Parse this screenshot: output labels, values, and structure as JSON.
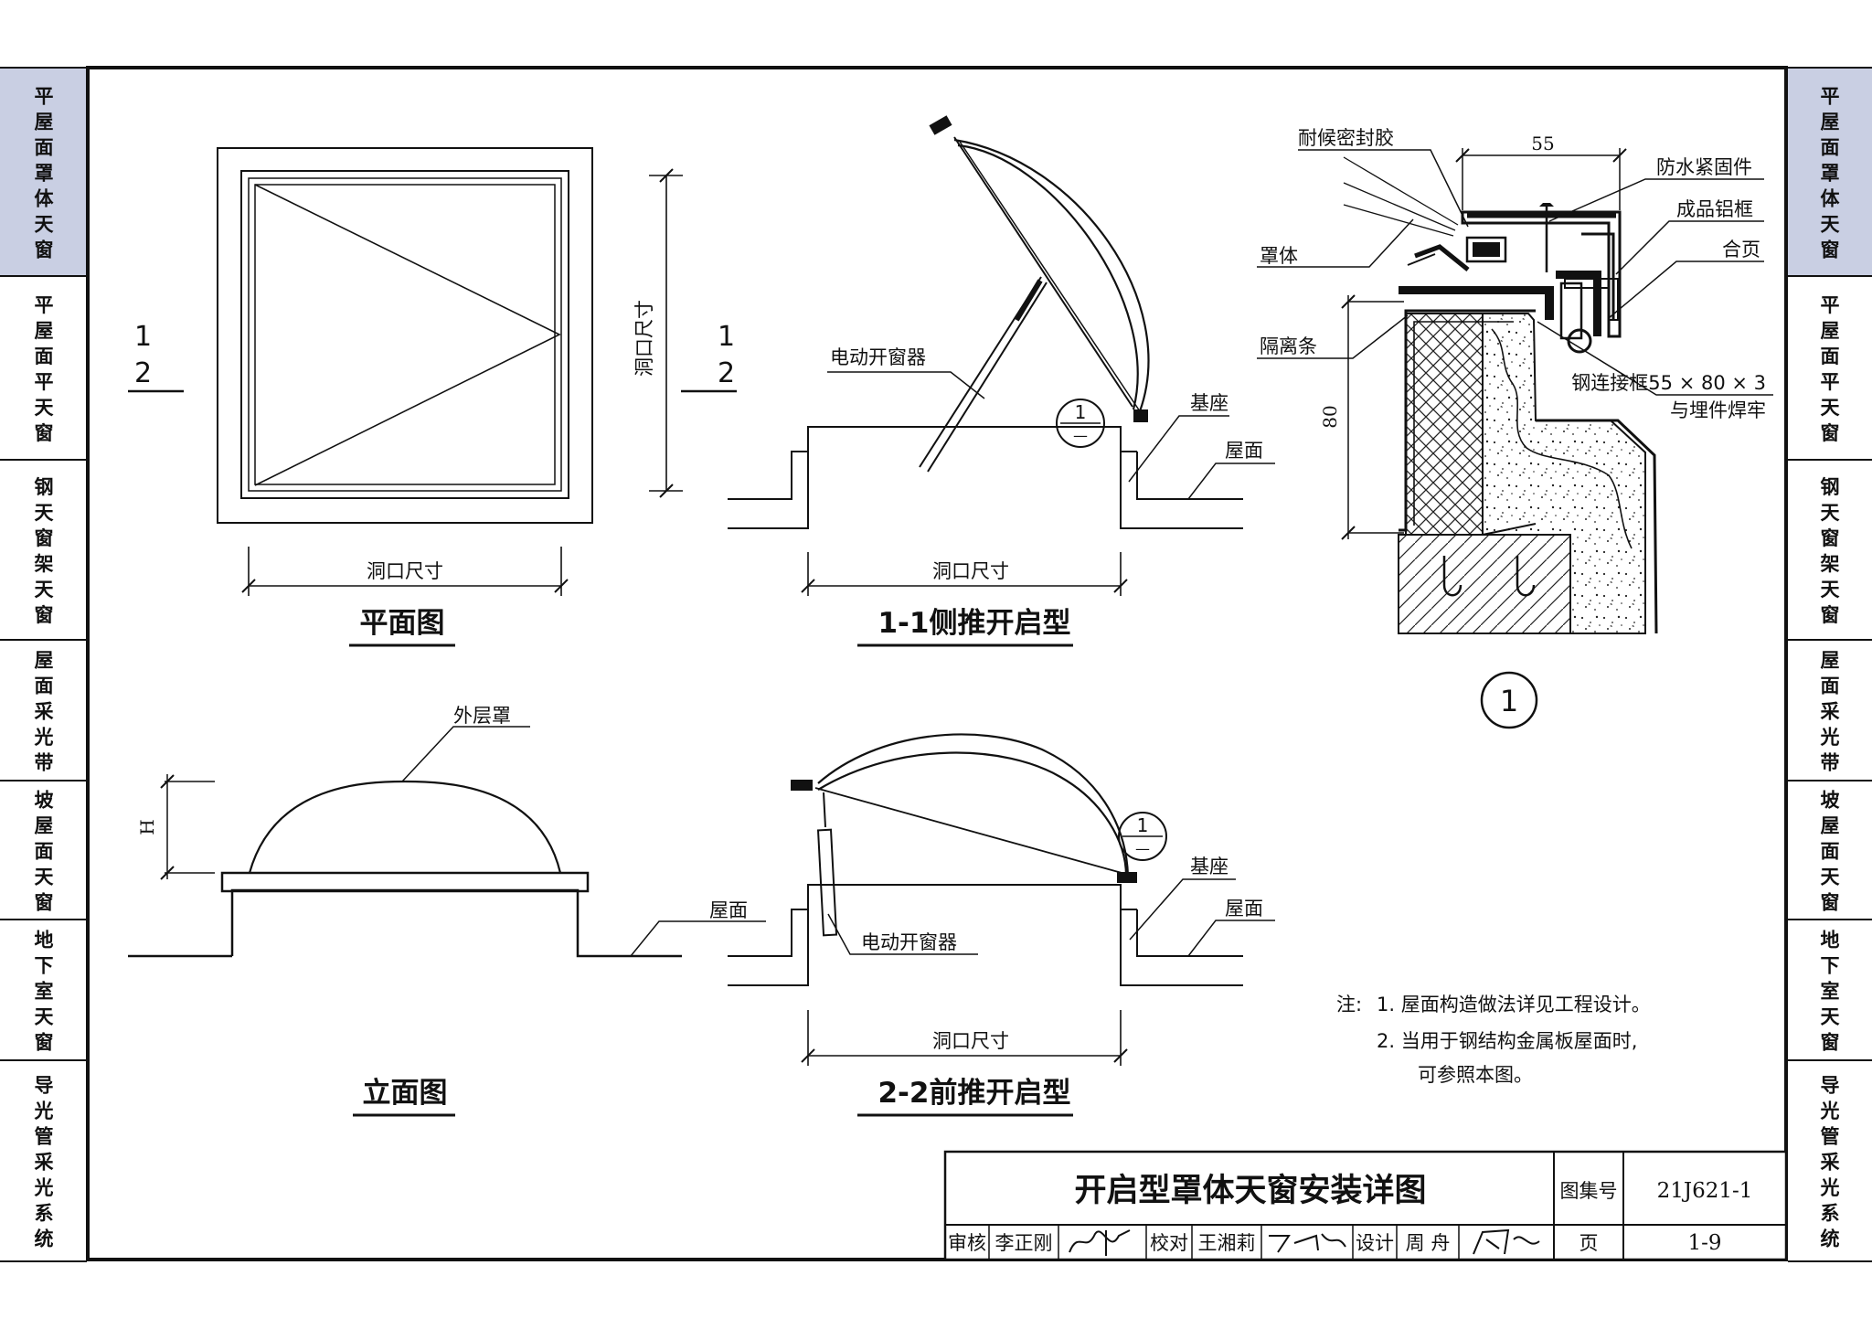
{
  "side_tabs": [
    {
      "label": "平屋面罩体天窗",
      "active": true
    },
    {
      "label": "平屋面平天窗",
      "active": false
    },
    {
      "label": "钢天窗架天窗",
      "active": false
    },
    {
      "label": "屋面采光带",
      "active": false
    },
    {
      "label": "坡屋面天窗",
      "active": false
    },
    {
      "label": "地下室天窗",
      "active": false
    },
    {
      "label": "导光管采光系统",
      "active": false
    }
  ],
  "plan": {
    "title": "平面图",
    "dim_opening": "洞口尺寸",
    "section_mark_top": "1",
    "section_mark_bottom": "2"
  },
  "section_1_1": {
    "title": "1-1侧推开启型",
    "dim_opening": "洞口尺寸",
    "label_opener": "电动开窗器",
    "label_base": "基座",
    "label_roof": "屋面",
    "detail_ref_top": "1",
    "detail_ref_bottom": "—"
  },
  "elevation": {
    "title": "立面图",
    "label_outer_cover": "外层罩",
    "label_roof": "屋面",
    "dim_h": "H"
  },
  "section_2_2": {
    "title": "2-2前推开启型",
    "dim_opening": "洞口尺寸",
    "label_opener": "电动开窗器",
    "label_base": "基座",
    "label_roof": "屋面",
    "detail_ref_top": "1",
    "detail_ref_bottom": "—"
  },
  "detail_1": {
    "number": "1",
    "dim_55": "55",
    "dim_80": "80",
    "label_sealant": "耐候密封胶",
    "label_waterproof_fastener": "防水紧固件",
    "label_aluminum_frame": "成品铝框",
    "label_hinge": "合页",
    "label_cover_body": "罩体",
    "label_isolation_strip": "隔离条",
    "label_steel_frame_1": "钢连接框55 × 80 × 3",
    "label_steel_frame_2": "与埋件焊牢"
  },
  "notes": {
    "prefix": "注:",
    "items": [
      "1. 屋面构造做法详见工程设计。",
      "2. 当用于钢结构金属板屋面时,",
      "可参照本图。"
    ]
  },
  "title_block": {
    "title": "开启型罩体天窗安装详图",
    "atlas_label": "图集号",
    "atlas_value": "21J621-1",
    "review_label": "审核",
    "reviewer": "李正刚",
    "check_label": "校对",
    "checker": "王湘莉",
    "design_label": "设计",
    "designer": "周 舟",
    "page_label": "页",
    "page_value": "1-9"
  },
  "colors": {
    "active_tab": "#c9cfe3",
    "line": "#111111"
  }
}
